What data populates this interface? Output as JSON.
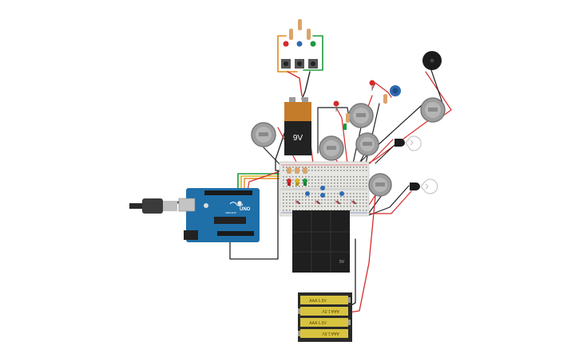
{
  "battery_9v": {
    "label": "9V"
  },
  "arduino": {
    "model": "UNO",
    "brand": "ARDUINO"
  },
  "aaa_pack": {
    "cell_label": "AAA 1.5V",
    "cell_count": 4
  },
  "battery_block": {
    "label": "5V"
  },
  "palette": {
    "wire_red": "#d42b2b",
    "wire_black": "#222222",
    "wire_green": "#1d9a3c",
    "wire_yellow": "#d8b41b",
    "wire_orange": "#e2891c",
    "arduino_blue": "#1f6fa9",
    "breadboard": "#e6e6e3",
    "battery_orange": "#c47b2a"
  },
  "components": [
    "usb-cable",
    "arduino-uno",
    "breadboard",
    "9v-battery",
    "button-panel",
    "dc-motor",
    "servo",
    "potentiometer",
    "piezo-buzzer",
    "light-bulb",
    "transistor",
    "battery-block",
    "aaa-battery-pack",
    "led",
    "resistor"
  ]
}
